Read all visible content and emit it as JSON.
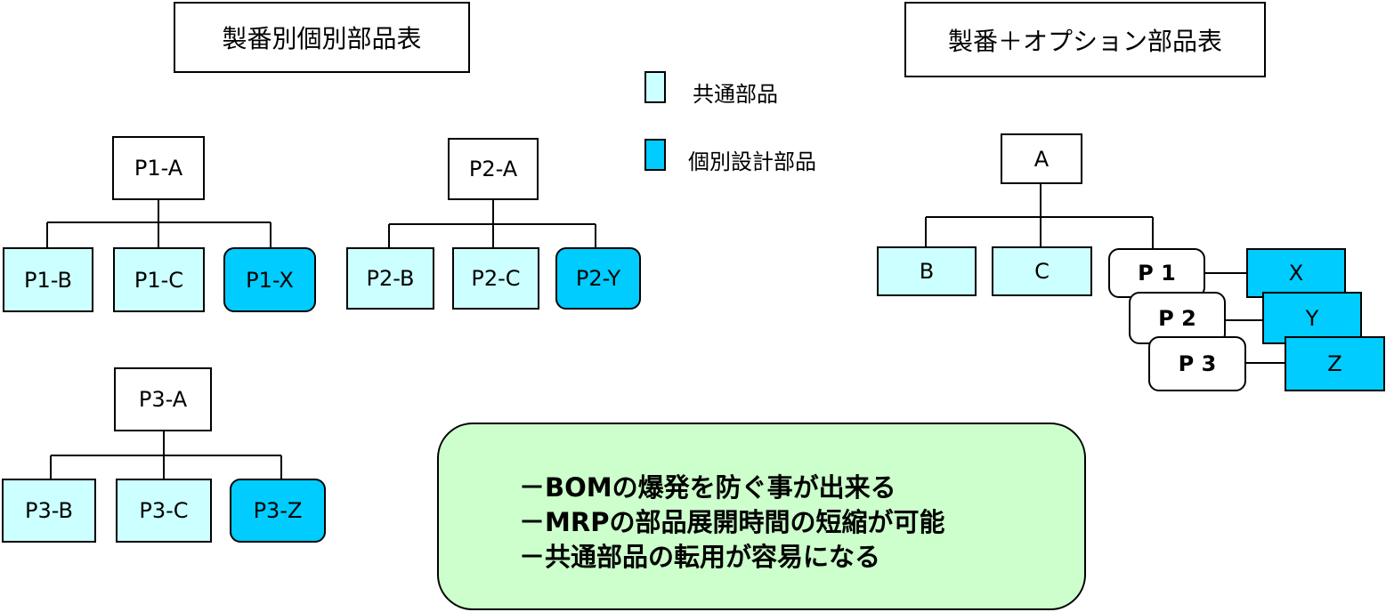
{
  "titles": {
    "left": "製番別個別部品表",
    "right": "製番＋オプション部品表"
  },
  "legend": [
    {
      "label": "共通部品",
      "color": "#CCFFFF"
    },
    {
      "label": "個別設計部品",
      "color": "#00CCFF"
    }
  ],
  "trees": {
    "p1": {
      "root": "P1-A",
      "children": [
        "P1-B",
        "P1-C",
        "P1-X"
      ]
    },
    "p2": {
      "root": "P2-A",
      "children": [
        "P2-B",
        "P2-C",
        "P2-Y"
      ]
    },
    "p3": {
      "root": "P3-A",
      "children": [
        "P3-B",
        "P3-C",
        "P3-Z"
      ]
    },
    "option": {
      "root": "A",
      "common": [
        "B",
        "C"
      ],
      "options": [
        "P 1",
        "P 2",
        "P 3"
      ],
      "custom": [
        "X",
        "Y",
        "Z"
      ]
    }
  },
  "benefits": [
    "－BOMの爆発を防ぐ事が出来る",
    "－MRPの部品展開時間の短縮が可能",
    "－共通部品の転用が容易になる"
  ]
}
